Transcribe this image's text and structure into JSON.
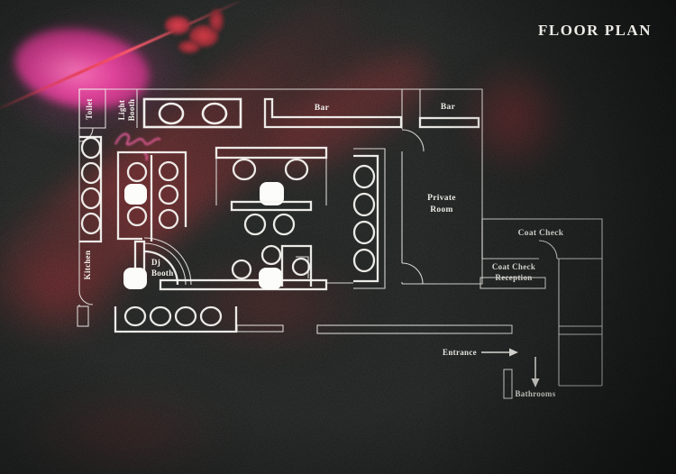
{
  "title": "FLOOR PLAN",
  "plan": {
    "labels": {
      "toilet": "Toilet",
      "light_booth_line1": "Light",
      "light_booth_line2": "Booth",
      "kitchen": "Kitchen",
      "dj_booth_line1": "Dj",
      "dj_booth_line2": "Booth",
      "bar_main": "Bar",
      "bar_private": "Bar",
      "private_room_line1": "Private",
      "private_room_line2": "Room",
      "coat_check": "Coat Check",
      "coat_check_reception_line1": "Coat Check",
      "coat_check_reception_line2": "Reception",
      "entrance": "Entrance",
      "bathrooms": "Bathrooms"
    },
    "colors": {
      "background": "#0a0d0c",
      "plan_line": "#f4f3ef",
      "neon_pink": "#e0288f",
      "photo_red": "#c41e30"
    }
  }
}
